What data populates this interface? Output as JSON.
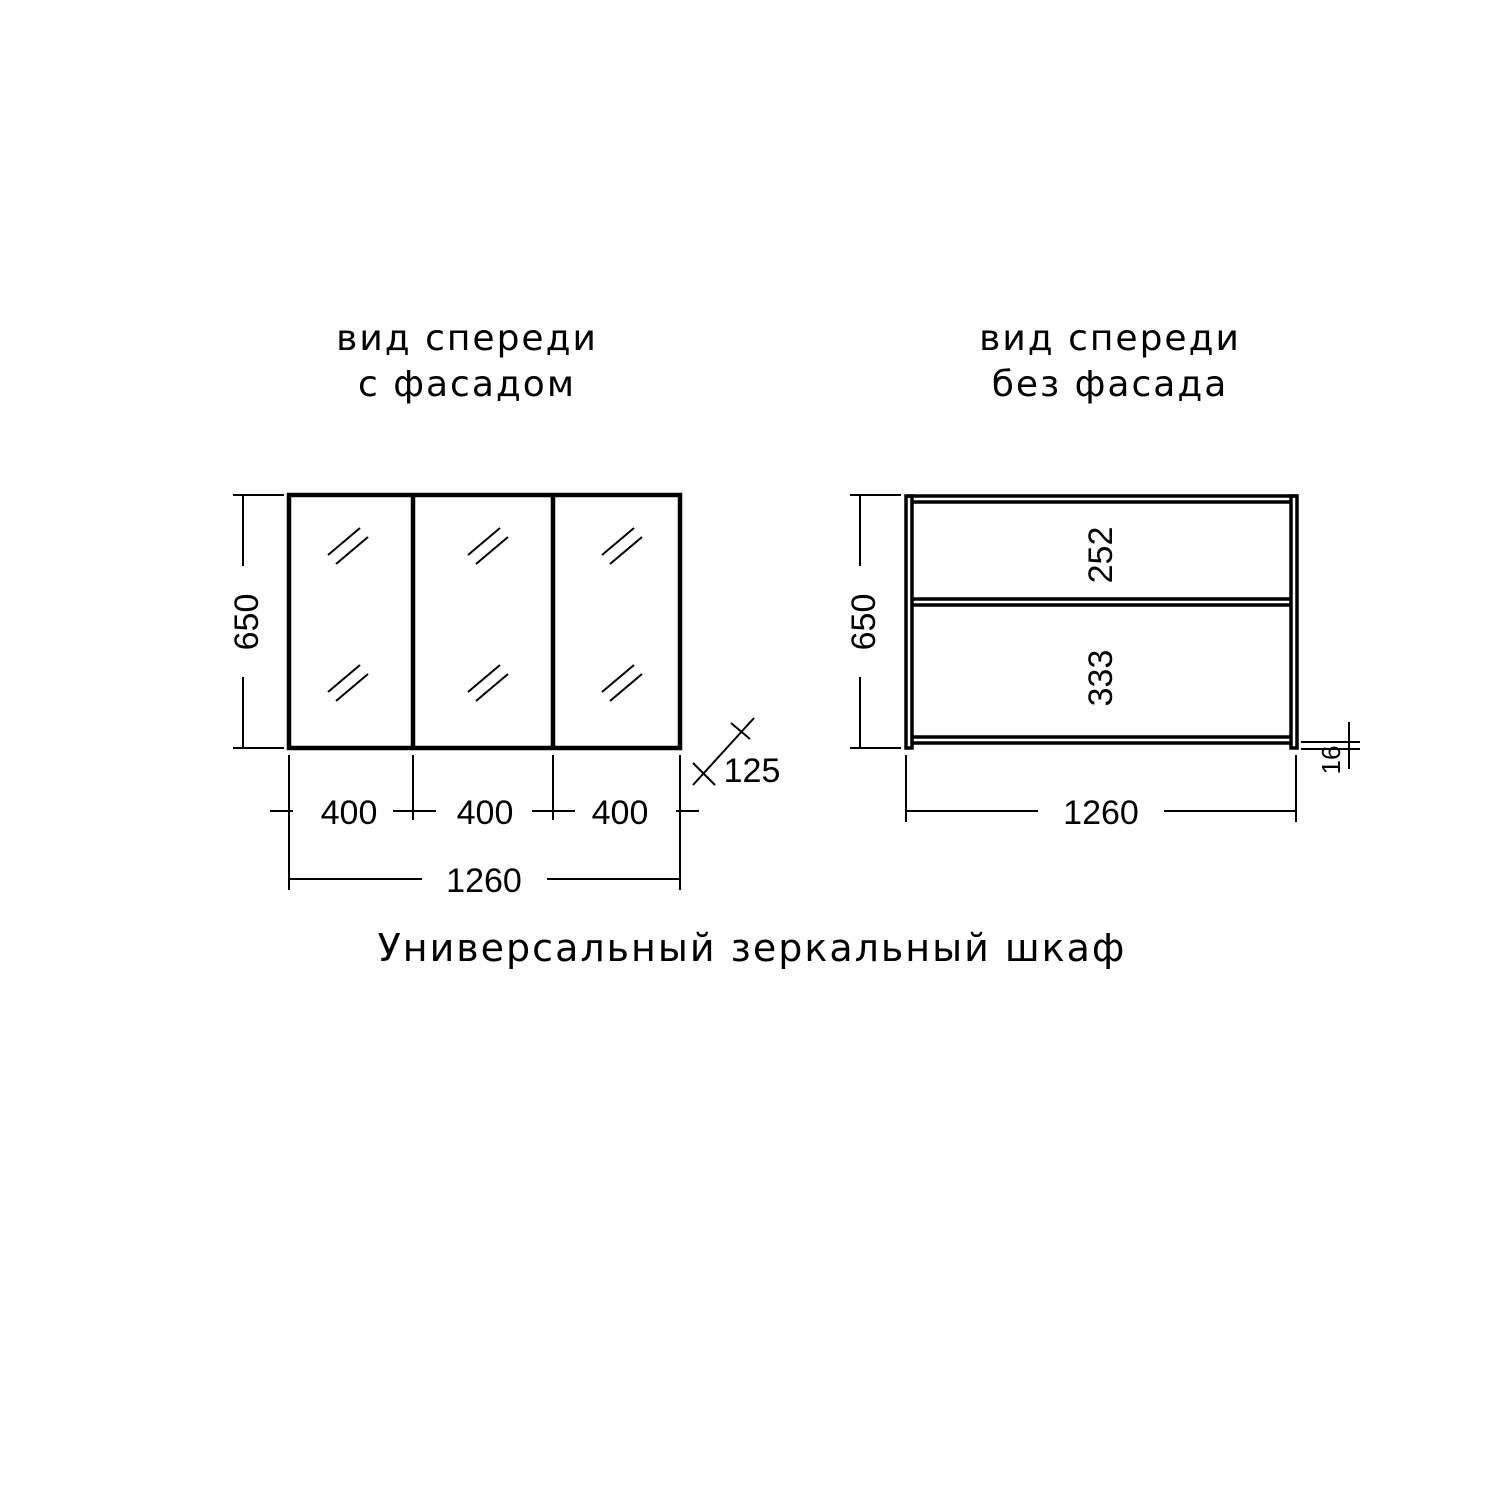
{
  "drawing": {
    "caption": "Универсальный зеркальный шкаф",
    "colors": {
      "line": "#000000",
      "background": "#ffffff"
    }
  },
  "views": {
    "front_with_facade": {
      "title_line1": "вид спереди",
      "title_line2": "с фасадом",
      "height_label": "650",
      "door_widths": [
        "400",
        "400",
        "400"
      ],
      "total_width_label": "1260",
      "depth_label": "125",
      "door_count": 3,
      "glass_symbol": "mirror-hatch"
    },
    "front_without_facade": {
      "title_line1": "вид спереди",
      "title_line2": "без фасада",
      "height_label": "650",
      "upper_compartment_label": "252",
      "lower_compartment_label": "333",
      "total_width_label": "1260",
      "panel_thickness_label": "16"
    }
  }
}
